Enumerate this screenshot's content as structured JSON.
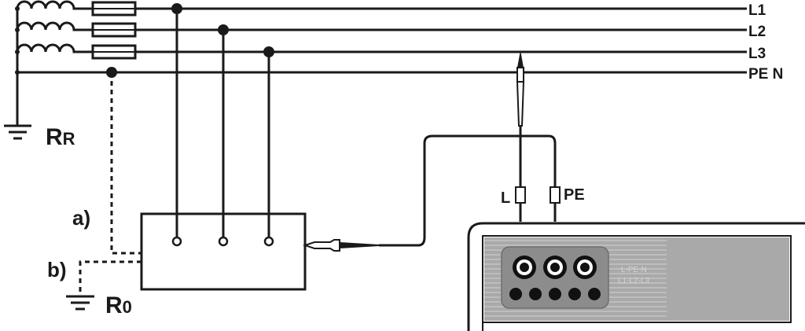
{
  "network": {
    "lines": [
      {
        "id": "l1",
        "label": "L1"
      },
      {
        "id": "l2",
        "label": "L2"
      },
      {
        "id": "l3",
        "label": "L3"
      },
      {
        "id": "pen",
        "label": "PE N"
      }
    ],
    "source_ground_label": "R",
    "source_ground_subscript": "R"
  },
  "probes": {
    "l_label": "L",
    "pe_label": "PE"
  },
  "adapter": {
    "variant_a_label": "a)",
    "variant_b_label": "b)",
    "ground_label": "R",
    "ground_subscript": "0"
  },
  "meter": {
    "panel_text_1": "L-PE-N",
    "panel_text_2": "L1-L2-L3"
  },
  "colors": {
    "ink": "#1a1a1a",
    "meter_body": "#a9a9a9",
    "meter_stripes": "#bdbdbd",
    "socket_panel": "#8c8c8c"
  }
}
